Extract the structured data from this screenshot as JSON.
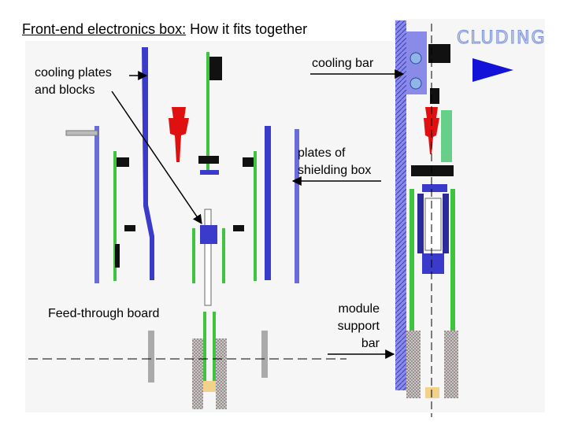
{
  "title": {
    "underlined": "Front-end electronics box:",
    "rest": " How it fits together"
  },
  "labels": {
    "cooling_plates": "cooling plates\nand blocks",
    "cooling_bar": "cooling bar",
    "shielding": "plates of\nshielding box",
    "feedthrough": "Feed-through board",
    "module_support": "module\nsupport\nbar"
  },
  "logo_text": "CLUDING",
  "colors": {
    "pcb_green": "#3ec43e",
    "plate_blue": "#3a3acb",
    "bar_blue": "#7878e6",
    "connector_red": "#e01010",
    "component_black": "#111111",
    "base_gray": "#bdbdbd",
    "base_hatch": "#8a3a3a",
    "bg_panel": "#f4f4f4",
    "arrow_blue": "#1212d8"
  }
}
